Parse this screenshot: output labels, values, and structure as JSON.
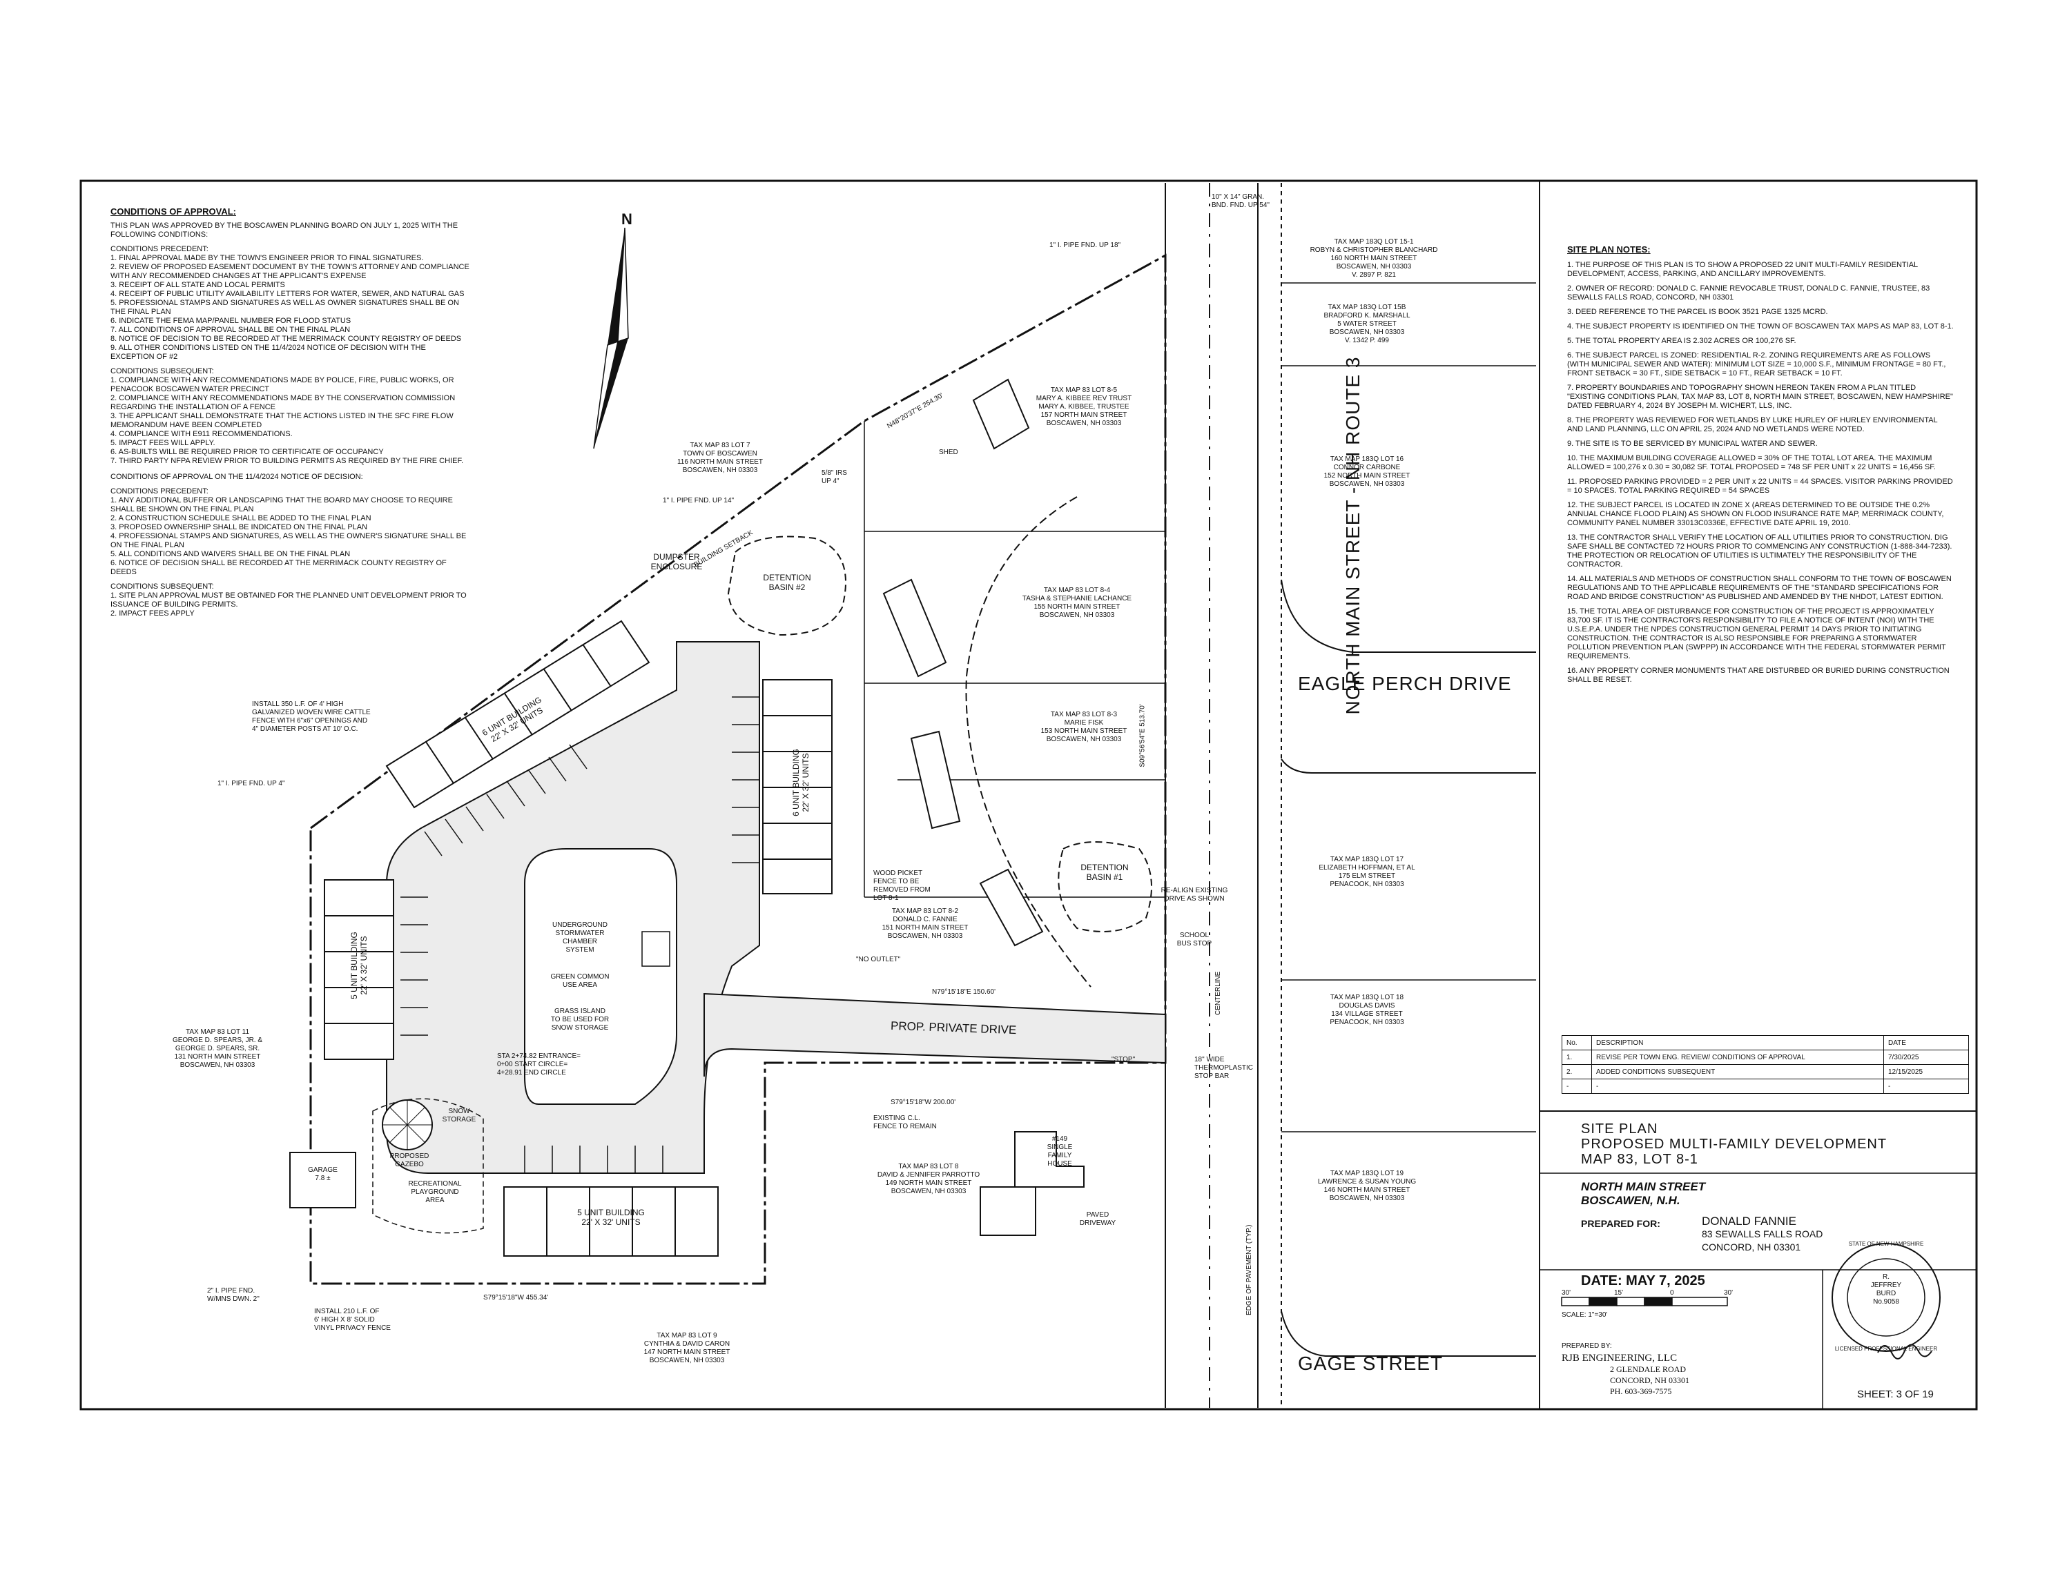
{
  "conditions": {
    "title": "CONDITIONS OF APPROVAL:",
    "intro": "THIS PLAN WAS APPROVED BY THE BOSCAWEN PLANNING BOARD ON JULY 1, 2025 WITH THE FOLLOWING CONDITIONS:",
    "precedent_title": "CONDITIONS PRECEDENT:",
    "precedent": [
      "1.  FINAL APPROVAL MADE BY THE TOWN'S ENGINEER PRIOR TO FINAL SIGNATURES.",
      "2.  REVIEW OF PROPOSED EASEMENT DOCUMENT BY THE TOWN'S ATTORNEY AND COMPLIANCE WITH ANY RECOMMENDED CHANGES AT THE APPLICANT'S EXPENSE",
      "3.  RECEIPT OF ALL STATE AND LOCAL PERMITS",
      "4.  RECEIPT OF PUBLIC UTILITY AVAILABILITY LETTERS FOR WATER, SEWER, AND NATURAL GAS",
      "5.  PROFESSIONAL STAMPS AND SIGNATURES AS WELL AS OWNER SIGNATURES SHALL BE ON THE FINAL PLAN",
      "6.  INDICATE THE FEMA MAP/PANEL NUMBER FOR FLOOD STATUS",
      "7.  ALL CONDITIONS OF APPROVAL SHALL BE ON THE FINAL PLAN",
      "8.  NOTICE OF DECISION TO BE RECORDED AT THE MERRIMACK COUNTY REGISTRY OF DEEDS",
      "9.  ALL OTHER CONDITIONS LISTED ON THE 11/4/2024 NOTICE OF DECISION WITH THE EXCEPTION OF #2"
    ],
    "subsequent_title": "CONDITIONS SUBSEQUENT:",
    "subsequent": [
      "1.  COMPLIANCE WITH ANY RECOMMENDATIONS MADE BY POLICE, FIRE, PUBLIC WORKS, OR PENACOOK BOSCAWEN WATER PRECINCT",
      "2.  COMPLIANCE WITH ANY RECOMMENDATIONS MADE BY THE CONSERVATION COMMISSION REGARDING THE INSTALLATION OF A FENCE",
      "3.  THE APPLICANT SHALL DEMONSTRATE THAT THE ACTIONS LISTED IN THE SFC FIRE FLOW MEMORANDUM HAVE BEEN COMPLETED",
      "4.  COMPLIANCE WITH E911 RECOMMENDATIONS.",
      "5.  IMPACT FEES WILL APPLY.",
      "6.  AS-BUILTS WILL BE REQUIRED PRIOR TO CERTIFICATE OF OCCUPANCY",
      "7.  THIRD PARTY NFPA REVIEW PRIOR TO BUILDING PERMITS AS REQUIRED BY THE FIRE CHIEF."
    ],
    "prior_title": "CONDITIONS OF APPROVAL ON THE 11/4/2024 NOTICE OF DECISION:",
    "prior_precedent_title": "CONDITIONS PRECEDENT:",
    "prior_precedent": [
      "1.  ANY ADDITIONAL BUFFER OR LANDSCAPING THAT THE BOARD MAY CHOOSE TO REQUIRE SHALL BE SHOWN ON THE FINAL PLAN",
      "2.  A CONSTRUCTION SCHEDULE SHALL BE ADDED TO THE FINAL PLAN",
      "3.  PROPOSED OWNERSHIP SHALL BE INDICATED ON THE FINAL PLAN",
      "4.  PROFESSIONAL STAMPS AND SIGNATURES, AS WELL AS THE OWNER'S SIGNATURE SHALL BE ON THE FINAL PLAN",
      "5.  ALL CONDITIONS AND WAIVERS SHALL BE ON THE FINAL PLAN",
      "6.  NOTICE OF DECISION SHALL BE RECORDED AT THE MERRIMACK COUNTY REGISTRY OF DEEDS"
    ],
    "prior_subsequent_title": "CONDITIONS SUBSEQUENT:",
    "prior_subsequent": [
      "1.  SITE PLAN APPROVAL MUST BE OBTAINED FOR THE PLANNED UNIT DEVELOPMENT PRIOR TO ISSUANCE OF BUILDING PERMITS.",
      "2.  IMPACT FEES APPLY"
    ]
  },
  "notes": {
    "title": "SITE PLAN NOTES:",
    "items": [
      "1.  THE PURPOSE OF THIS PLAN IS TO SHOW A PROPOSED 22 UNIT MULTI-FAMILY RESIDENTIAL DEVELOPMENT, ACCESS, PARKING, AND ANCILLARY IMPROVEMENTS.",
      "2.  OWNER OF RECORD: DONALD C. FANNIE REVOCABLE TRUST, DONALD C. FANNIE, TRUSTEE, 83 SEWALLS FALLS ROAD, CONCORD, NH 03301",
      "3.  DEED REFERENCE TO THE PARCEL IS BOOK 3521 PAGE 1325 MCRD.",
      "4.  THE SUBJECT PROPERTY IS IDENTIFIED ON THE TOWN OF BOSCAWEN TAX MAPS AS MAP 83, LOT 8-1.",
      "5.  THE TOTAL PROPERTY AREA IS 2.302 ACRES OR 100,276 SF.",
      "6.  THE SUBJECT PARCEL IS ZONED: RESIDENTIAL R-2. ZONING REQUIREMENTS ARE AS FOLLOWS (WITH MUNICIPAL SEWER AND WATER): MINIMUM LOT SIZE = 10,000 S.F., MINIMUM FRONTAGE = 80 FT., FRONT SETBACK = 30 FT., SIDE SETBACK = 10 FT., REAR SETBACK = 10 FT.",
      "7.  PROPERTY BOUNDARIES AND TOPOGRAPHY SHOWN HEREON TAKEN FROM A PLAN TITLED \"EXISTING CONDITIONS PLAN, TAX MAP 83, LOT 8, NORTH MAIN STREET, BOSCAWEN, NEW HAMPSHIRE\" DATED FEBRUARY 4, 2024 BY JOSEPH M. WICHERT, LLS, INC.",
      "8.  THE PROPERTY WAS REVIEWED FOR WETLANDS BY LUKE HURLEY OF HURLEY ENVIRONMENTAL AND LAND PLANNING, LLC ON APRIL 25, 2024 AND NO WETLANDS WERE NOTED.",
      "9.  THE SITE IS TO BE SERVICED BY MUNICIPAL WATER AND SEWER.",
      "10. THE MAXIMUM BUILDING COVERAGE ALLOWED = 30% OF THE TOTAL LOT AREA. THE MAXIMUM ALLOWED = 100,276 x 0.30 = 30,082 SF. TOTAL PROPOSED = 748 SF PER UNIT x 22 UNITS = 16,456 SF.",
      "11. PROPOSED PARKING PROVIDED = 2 PER UNIT x 22 UNITS = 44 SPACES. VISITOR PARKING PROVIDED = 10 SPACES. TOTAL PARKING REQUIRED = 54 SPACES",
      "12. THE SUBJECT PARCEL IS LOCATED IN ZONE X (AREAS DETERMINED TO BE OUTSIDE THE 0.2% ANNUAL CHANCE FLOOD PLAIN) AS SHOWN ON FLOOD INSURANCE RATE MAP, MERRIMACK COUNTY, COMMUNITY PANEL NUMBER 33013C0336E, EFFECTIVE DATE APRIL 19, 2010.",
      "13. THE CONTRACTOR SHALL VERIFY THE LOCATION OF ALL UTILITIES PRIOR TO CONSTRUCTION. DIG SAFE SHALL BE CONTACTED 72 HOURS PRIOR TO COMMENCING ANY CONSTRUCTION (1-888-344-7233). THE PROTECTION OR RELOCATION OF UTILITIES IS ULTIMATELY THE RESPONSIBILITY OF THE CONTRACTOR.",
      "14. ALL MATERIALS AND METHODS OF CONSTRUCTION SHALL CONFORM TO THE TOWN OF BOSCAWEN REGULATIONS AND TO THE APPLICABLE REQUIREMENTS OF THE \"STANDARD SPECIFICATIONS FOR ROAD AND BRIDGE CONSTRUCTION\" AS PUBLISHED AND AMENDED BY THE NHDOT, LATEST EDITION.",
      "15. THE TOTAL AREA OF DISTURBANCE FOR CONSTRUCTION OF THE PROJECT IS APPROXIMATELY 83,700 SF. IT IS THE CONTRACTOR'S RESPONSIBILITY TO FILE A NOTICE OF INTENT (NOI) WITH THE U.S.E.P.A. UNDER THE NPDES CONSTRUCTION GENERAL PERMIT 14 DAYS PRIOR TO INITIATING CONSTRUCTION. THE CONTRACTOR IS ALSO RESPONSIBLE FOR PREPARING A STORMWATER POLLUTION PREVENTION PLAN (SWPPP) IN ACCORDANCE WITH THE FEDERAL STORMWATER PERMIT REQUIREMENTS.",
      "16. ANY PROPERTY CORNER MONUMENTS THAT ARE DISTURBED OR BURIED DURING CONSTRUCTION SHALL BE RESET."
    ]
  },
  "streets": {
    "north_main": "NORTH MAIN STREET - NH ROUTE 3",
    "eagle_perch": "EAGLE PERCH DRIVE",
    "gage": "GAGE STREET",
    "private_drive": "PROP. PRIVATE DRIVE"
  },
  "north_label": "N",
  "parcels": {
    "lot7": "TAX MAP 83 LOT 7\nTOWN OF BOSCAWEN\n116 NORTH MAIN STREET\nBOSCAWEN, NH 03303",
    "lot11": "TAX MAP 83 LOT 11\nGEORGE D. SPEARS, JR. &\nGEORGE D. SPEARS, SR.\n131 NORTH MAIN STREET\nBOSCAWEN, NH 03303",
    "lot9": "TAX MAP 83 LOT 9\nCYNTHIA & DAVID CARON\n147 NORTH MAIN STREET\nBOSCAWEN, NH 03303",
    "lot8": "TAX MAP 83 LOT 8\nDAVID & JENNIFER PARROTTO\n149 NORTH MAIN STREET\nBOSCAWEN, NH 03303",
    "lot82": "TAX MAP 83 LOT 8-2\nDONALD C. FANNIE\n151 NORTH MAIN STREET\nBOSCAWEN, NH 03303",
    "lot83": "TAX MAP 83 LOT 8-3\nMARIE FISK\n153 NORTH MAIN STREET\nBOSCAWEN, NH 03303",
    "lot84": "TAX MAP 83 LOT 8-4\nTASHA & STEPHANIE LACHANCE\n155 NORTH MAIN STREET\nBOSCAWEN, NH 03303",
    "lot85": "TAX MAP 83 LOT 8-5\nMARY A. KIBBEE REV TRUST\nMARY A. KIBBEE, TRUSTEE\n157 NORTH MAIN STREET\nBOSCAWEN, NH 03303",
    "e151": "TAX MAP 183Q LOT 15-1\nROBYN & CHRISTOPHER BLANCHARD\n160 NORTH MAIN STREET\nBOSCAWEN, NH 03303\nV. 2897  P. 821",
    "e15b": "TAX MAP 183Q LOT 15B\nBRADFORD K. MARSHALL\n5 WATER STREET\nBOSCAWEN, NH 03303\nV. 1342  P. 499",
    "e16": "TAX MAP 183Q LOT 16\nCONNOR CARBONE\n152 NORTH MAIN STREET\nBOSCAWEN, NH 03303",
    "e17": "TAX MAP 183Q LOT 17\nELIZABETH HOFFMAN, ET AL\n175 ELM STREET\nPENACOOK, NH 03303",
    "e18": "TAX MAP 183Q LOT 18\nDOUGLAS DAVIS\n134 VILLAGE STREET\nPENACOOK, NH 03303",
    "e19": "TAX MAP 183Q LOT 19\nLAWRENCE & SUSAN YOUNG\n146 NORTH MAIN STREET\nBOSCAWEN, NH 03303"
  },
  "site_labels": {
    "bldg_top": "6 UNIT BUILDING\n22' X 32' UNITS",
    "bldg_right": "6 UNIT BUILDING\n22' X 32' UNITS",
    "bldg_left": "5 UNIT BUILDING\n22' X 32' UNITS",
    "bldg_bottom": "5 UNIT BUILDING\n22' X 32' UNITS",
    "detention2": "DETENTION\nBASIN #2",
    "detention1": "DETENTION\nBASIN #1",
    "dumpster": "DUMPSTER\nENCLOSURE",
    "underground": "UNDERGROUND\nSTORMWATER\nCHAMBER\nSYSTEM",
    "green": "GREEN COMMON\nUSE AREA",
    "grass": "GRASS ISLAND\nTO BE USED FOR\nSNOW STORAGE",
    "gazebo": "PROPOSED\nGAZEBO",
    "playground": "RECREATIONAL\nPLAYGROUND\nAREA",
    "garage": "GARAGE\n7.8 ±",
    "house149": "#149\nSINGLE\nFAMILY\nHOUSE",
    "paved": "PAVED\nDRIVEWAY",
    "snow": "SNOW\nSTORAGE",
    "no_outlet": "\"NO OUTLET\"",
    "stop": "\"STOP\"",
    "school_bus": "SCHOOL\nBUS STOP",
    "realign": "RE-ALIGN EXISTING\nDRIVE AS SHOWN",
    "fence350": "INSTALL 350 L.F. OF 4' HIGH\nGALVANIZED WOVEN WIRE CATTLE\nFENCE WITH 6\"x6\" OPENINGS AND\n4\" DIAMETER POSTS AT 10' O.C.",
    "fence210": "INSTALL 210 L.F. OF\n6' HIGH X 8' SOLID\nVINYL PRIVACY FENCE",
    "wood_fence": "WOOD PICKET\nFENCE TO BE\nREMOVED FROM\nLOT 8-1",
    "cl_fence": "EXISTING C.L.\nFENCE TO REMAIN",
    "stop_bar": "18\" WIDE\nTHERMOPLASTIC\nSTOP BAR",
    "edge_pavement": "EDGE OF PAVEMENT (TYP.)",
    "centerline": "CENTERLINE",
    "building_setback": "BUILDING SETBACK",
    "shed": "SHED",
    "sta": "STA 2+74.82 ENTRANCE=\n0+00 START CIRCLE=\n4+28.91 END CIRCLE",
    "brg1": "N48°20'37\"E  254.30'",
    "brg2": "S79°15'18\"W  455.34'",
    "brg3": "N79°15'18\"E  150.60'",
    "brg4": "S79°15'18\"W  200.00'",
    "brg5": "S09°56'54\"E  513.70'",
    "pipe1": "1\" I. PIPE FND. UP 18\"",
    "pipe2": "1\" I. PIPE FND. UP 14\"",
    "pipe3": "1\" I. PIPE FND. UP 4\"",
    "pipe4": "2\" I. PIPE FND.\nW/MNS DWN. 2\"",
    "irs": "5/8\" IRS\nUP 4\"",
    "gran": "10\" X 14\" GRAN.\nBND. FND. UP 54\""
  },
  "revisions": {
    "headers": [
      "No.",
      "DESCRIPTION",
      "DATE"
    ],
    "rows": [
      [
        "1.",
        "REVISE PER TOWN ENG. REVIEW/ CONDITIONS OF APPROVAL",
        "7/30/2025"
      ],
      [
        "2.",
        "ADDED CONDITIONS SUBSEQUENT",
        "12/15/2025"
      ],
      [
        "-",
        "-",
        "-"
      ]
    ]
  },
  "title_block": {
    "line1": "SITE PLAN",
    "line2": "PROPOSED MULTI-FAMILY DEVELOPMENT",
    "line3": "MAP 83, LOT 8-1",
    "location1": "NORTH MAIN STREET",
    "location2": "BOSCAWEN, N.H.",
    "prepared_for_label": "PREPARED FOR:",
    "client_name": "DONALD FANNIE",
    "client_addr1": "83 SEWALLS FALLS ROAD",
    "client_addr2": "CONCORD, NH 03301",
    "date": "DATE: MAY 7, 2025",
    "scale": "SCALE: 1\"=30'",
    "prepared_by_label": "PREPARED BY:",
    "firm": "RJB ENGINEERING, LLC",
    "firm_addr1": "2 GLENDALE ROAD",
    "firm_addr2": "CONCORD, NH 03301",
    "firm_phone": "PH. 603-369-7575",
    "sheet": "SHEET: 3 OF 19",
    "seal_top": "STATE OF NEW HAMPSHIRE",
    "seal_name": "R.\nJEFFREY\nBURD\nNo.9058",
    "seal_bottom": "LICENSED PROFESSIONAL ENGINEER",
    "scale_ticks": [
      "30'",
      "15'",
      "0",
      "30'"
    ]
  }
}
